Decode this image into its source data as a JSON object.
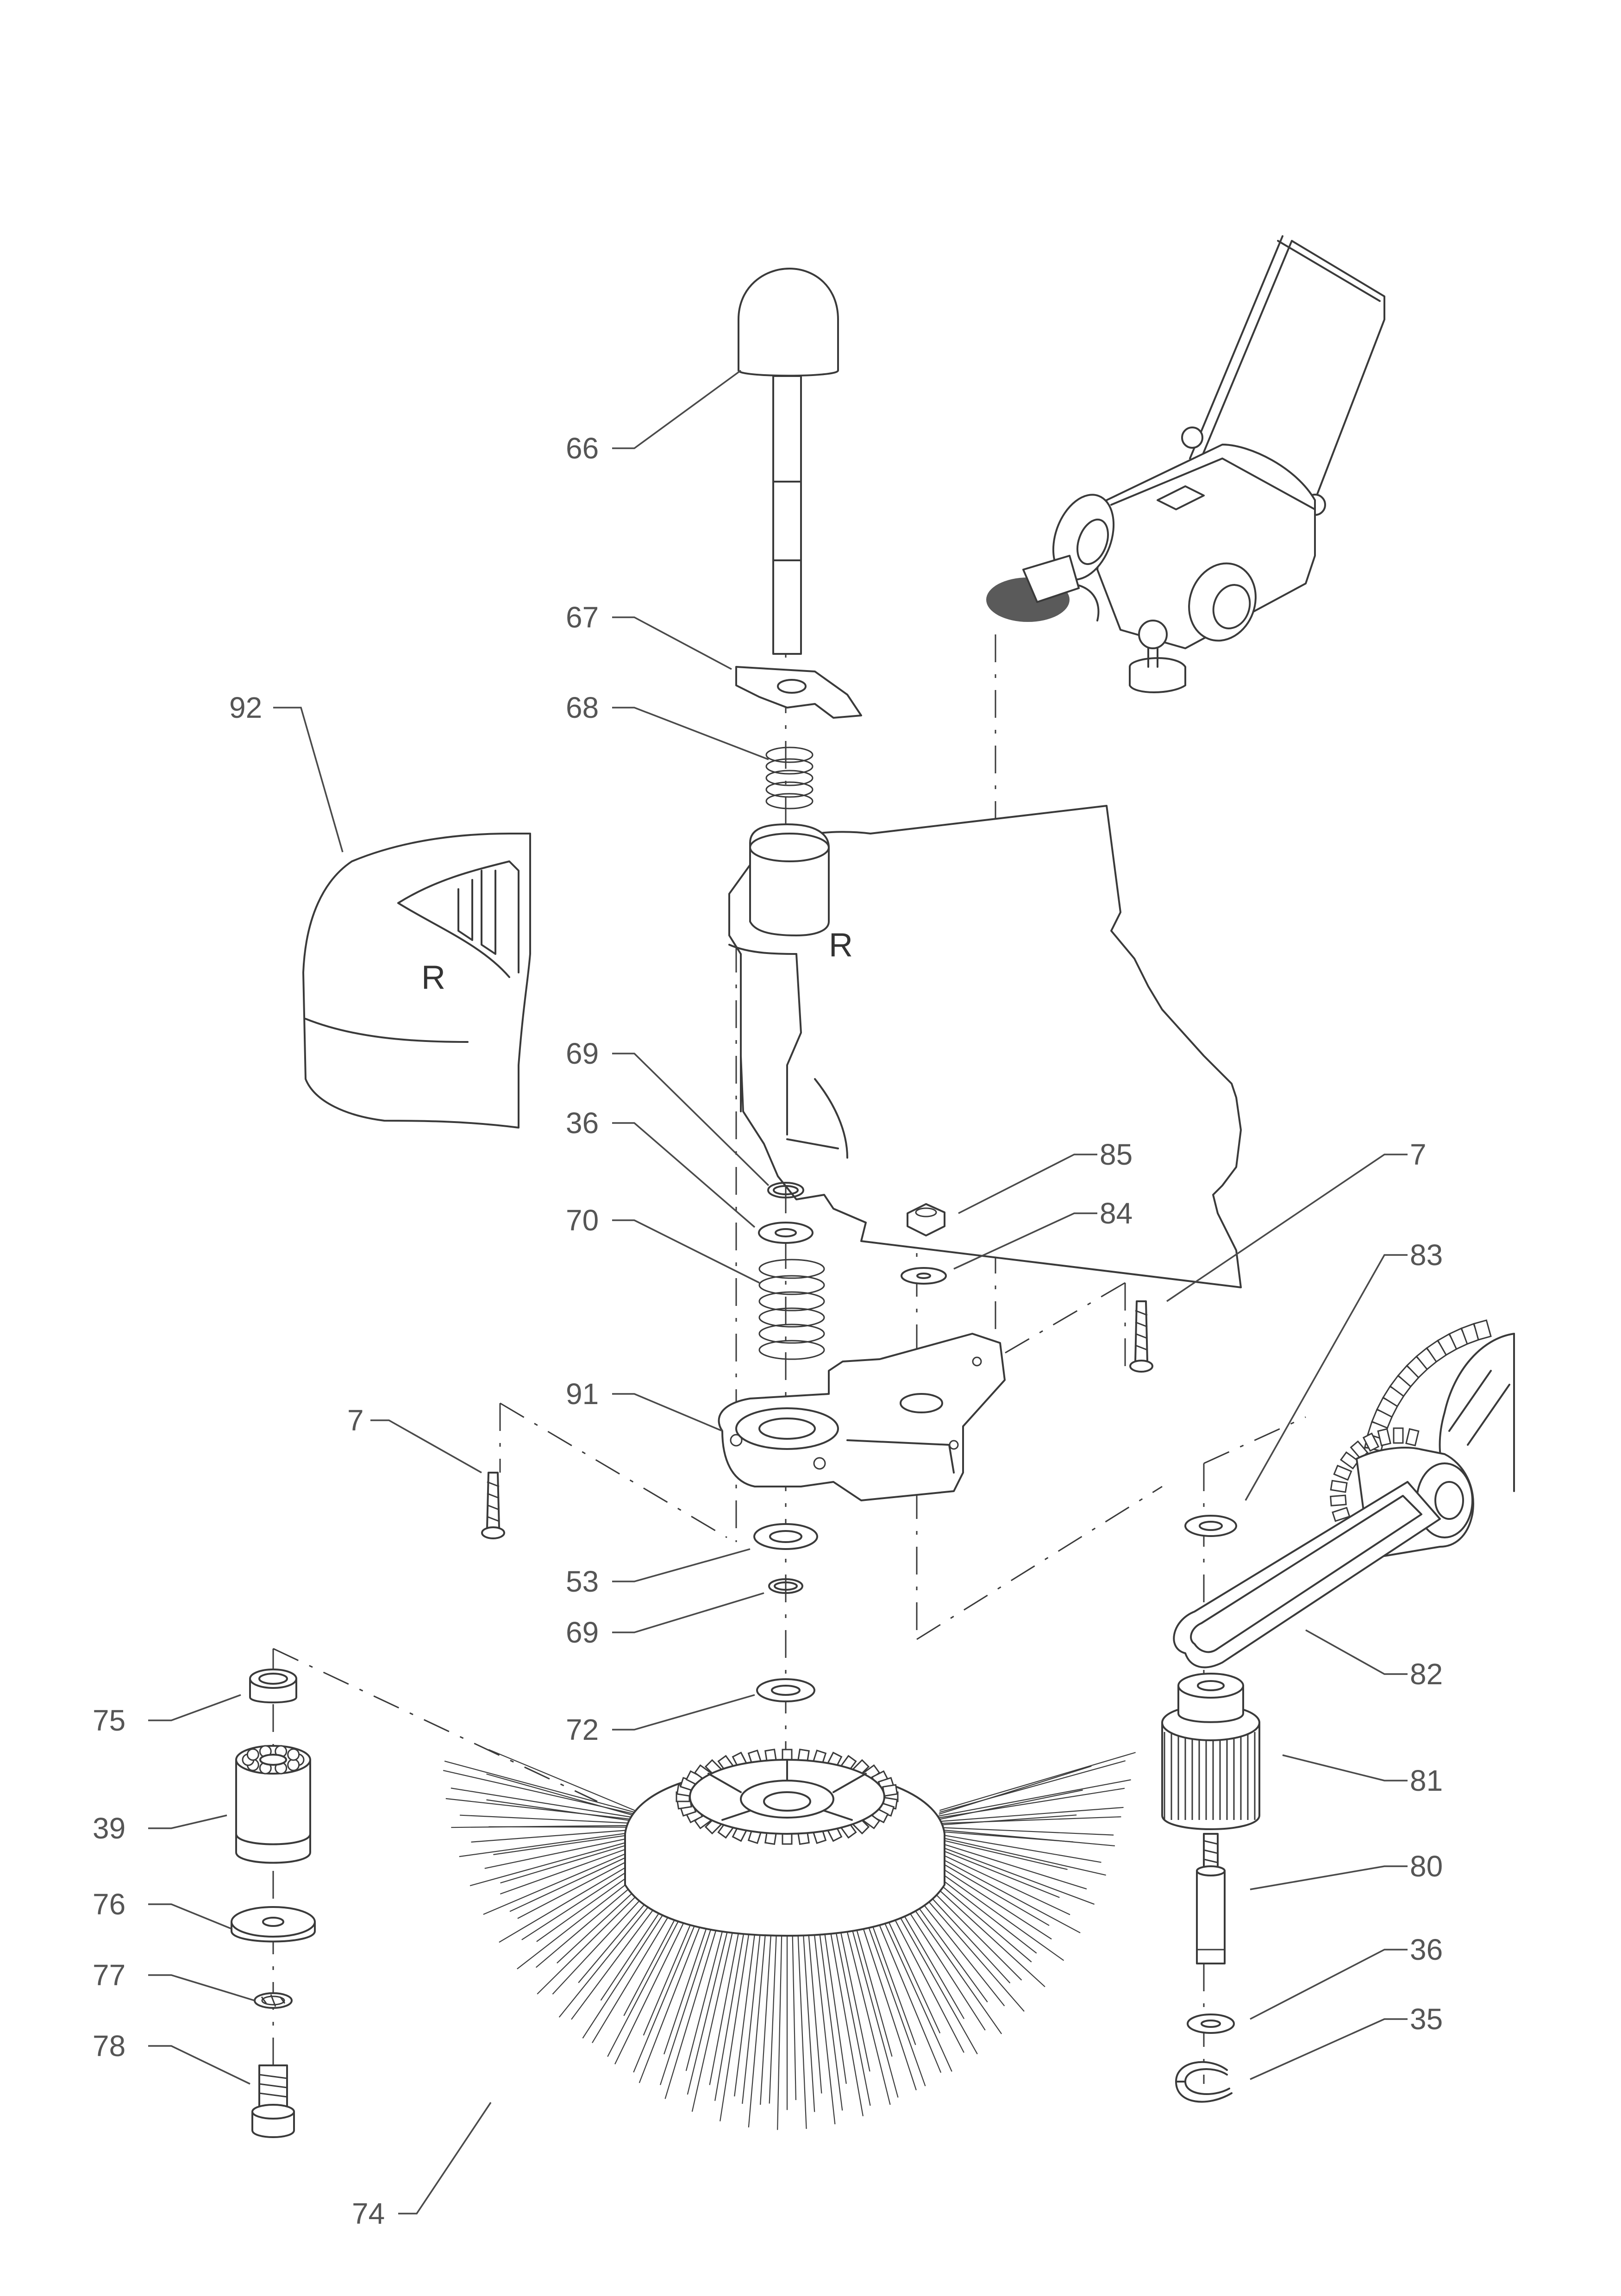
{
  "diagram": {
    "callouts": [
      {
        "id": "66",
        "label": "66"
      },
      {
        "id": "67",
        "label": "67"
      },
      {
        "id": "68",
        "label": "68"
      },
      {
        "id": "92",
        "label": "92"
      },
      {
        "id": "69a",
        "label": "69"
      },
      {
        "id": "36a",
        "label": "36"
      },
      {
        "id": "70",
        "label": "70"
      },
      {
        "id": "85",
        "label": "85"
      },
      {
        "id": "84",
        "label": "84"
      },
      {
        "id": "7a",
        "label": "7"
      },
      {
        "id": "83",
        "label": "83"
      },
      {
        "id": "91",
        "label": "91"
      },
      {
        "id": "7b",
        "label": "7"
      },
      {
        "id": "53",
        "label": "53"
      },
      {
        "id": "69b",
        "label": "69"
      },
      {
        "id": "82",
        "label": "82"
      },
      {
        "id": "75",
        "label": "75"
      },
      {
        "id": "72",
        "label": "72"
      },
      {
        "id": "81",
        "label": "81"
      },
      {
        "id": "39",
        "label": "39"
      },
      {
        "id": "80",
        "label": "80"
      },
      {
        "id": "76",
        "label": "76"
      },
      {
        "id": "36b",
        "label": "36"
      },
      {
        "id": "77",
        "label": "77"
      },
      {
        "id": "35",
        "label": "35"
      },
      {
        "id": "78",
        "label": "78"
      },
      {
        "id": "74",
        "label": "74"
      }
    ],
    "side_marks": {
      "cover_mark": "R",
      "housing_mark": "R"
    },
    "colors": {
      "line": "#3a3a3a",
      "label": "#555555",
      "background": "#ffffff"
    }
  }
}
